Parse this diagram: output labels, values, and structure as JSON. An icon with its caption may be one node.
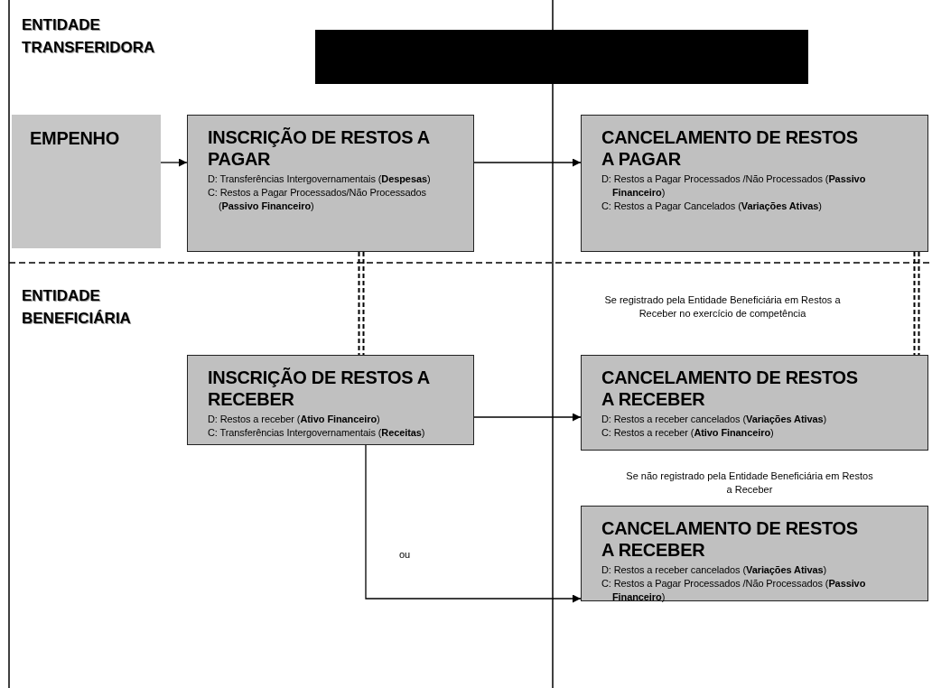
{
  "diagram": {
    "nodes": [
      {
        "text": [
          "EMPENHO"
        ]
      },
      {
        "text": [
          "INSCRIÇÃO DE RESTOS A PAGAR",
          "D: Transferências Intergovernamentais (**Despesas**)",
          "C: Restos a Pagar Processados/Não Processados (**Passivo Financeiro**)"
        ]
      },
      {
        "text": [
          "CANCELAMENTO DE RESTOS A PAGAR",
          "D: Restos a Pagar Processados /Não Processados (**Passivo Financeiro**)",
          "C:  Restos a Pagar Cancelados (**Variações Ativas**)"
        ]
      },
      {
        "text": [
          "INSCRIÇÃO DE RESTOS A RECEBER",
          "D: Restos a receber (**Ativo Financeiro**)",
          "C: Transferências Intergovernamentais (**Receitas**)"
        ]
      },
      {
        "text": [
          "CANCELAMENTO DE RESTOS A RECEBER",
          "D: Restos a receber cancelados (**Variações Ativas**)",
          "C: Restos a receber (**Ativo Financeiro**)"
        ],
        "beside": [
          "Se registrado pela Entidade Beneficiária em Restos a Receber no exercício de competência"
        ]
      },
      {
        "text": [
          "CANCELAMENTO DE RESTOS A RECEBER",
          "D: Restos a receber cancelados (**Variações Ativas**)",
          "C: Restos a Pagar Processados /Não Processados (**Passivo Financeiro**)"
        ],
        "beside": [
          "Se não registrado pela Entidade Beneficiária em Restos a Receber"
        ]
      }
    ],
    "edges": [
      {
        "from": 0,
        "to": 1,
        "arrow": "to"
      },
      {
        "from": 1,
        "to": 2,
        "arrow": "to"
      },
      {
        "from": 1,
        "to": 3,
        "arrow": "none",
        "style": "dashed"
      },
      {
        "from": 2,
        "to": 4,
        "arrow": "none",
        "style": "dashed"
      },
      {
        "from": 3,
        "to": 4,
        "arrow": "to"
      },
      {
        "from": 3,
        "to": 5,
        "arrow": "to",
        "label": "ou"
      }
    ],
    "labels": [
      "ENTIDADE TRANSFERIDORA",
      "ENTIDADE BENEFICIÁRIA"
    ]
  }
}
